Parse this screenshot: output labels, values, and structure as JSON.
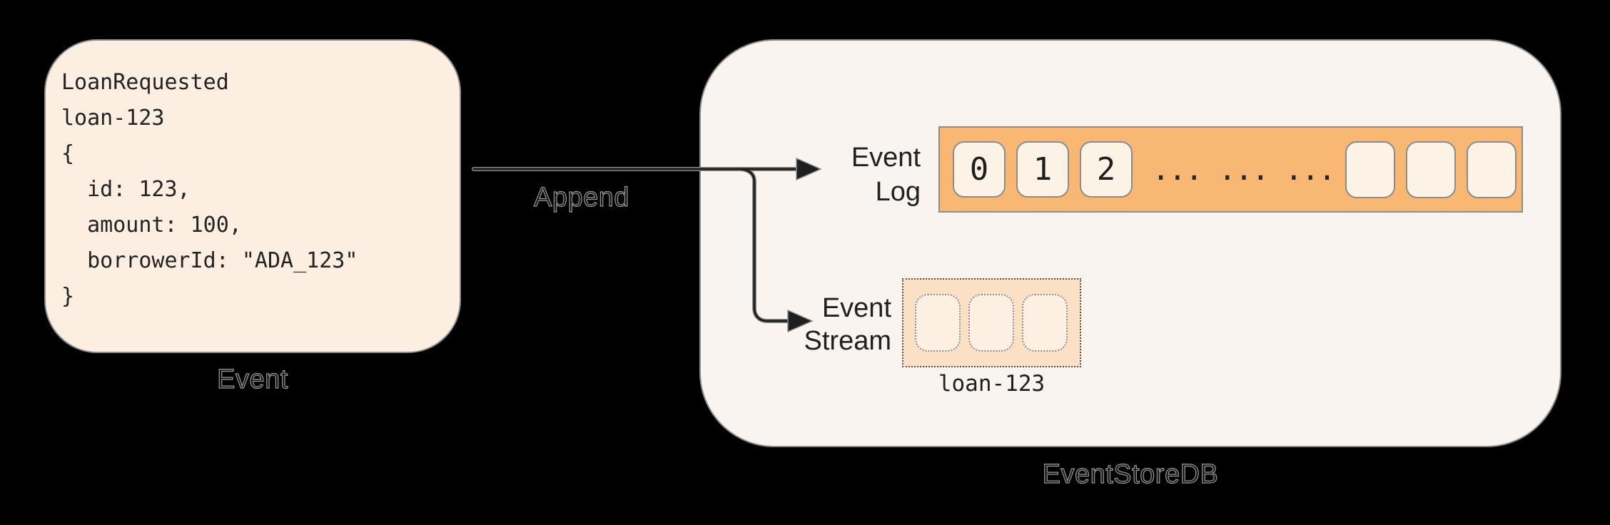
{
  "colors": {
    "page_background": "#000000",
    "event_box_fill": "#fcefe2",
    "eventstoredb_fill": "#f9f4ef",
    "log_bar_fill": "#f8b873",
    "log_cell_fill": "#fdf2e6",
    "stream_box_fill": "#fbe0c5",
    "stream_cell_fill": "#fdf0e2",
    "border_gray": "#8c8c8c",
    "text_dark": "#202020"
  },
  "event_box": {
    "caption": "Event",
    "code_lines": [
      "LoanRequested",
      "loan-123",
      "{",
      "  id: 123,",
      "  amount: 100,",
      "  borrowerId: \"ADA_123\"",
      "}"
    ]
  },
  "arrow": {
    "label": "Append"
  },
  "eventstoredb": {
    "caption": "EventStoreDB",
    "event_log": {
      "label_line1": "Event",
      "label_line2": "Log",
      "cells": [
        "0",
        "1",
        "2"
      ],
      "dots_text": "... ... ...",
      "empty_cell_count": 3
    },
    "event_stream": {
      "label_line1": "Event",
      "label_line2": "Stream",
      "empty_cell_count": 3,
      "stream_name": "loan-123"
    }
  }
}
